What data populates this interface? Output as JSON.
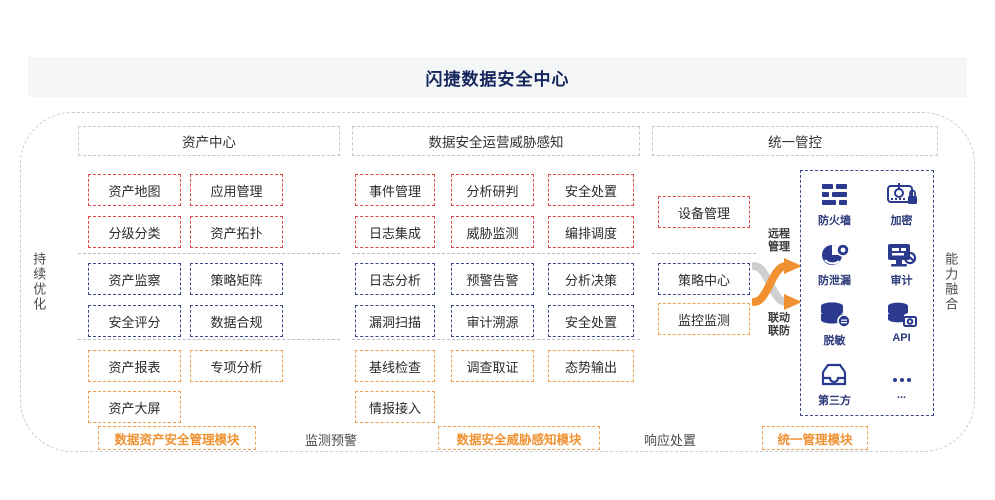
{
  "header": {
    "title": "闪捷数据安全中心"
  },
  "side_labels": {
    "left": "持续优化",
    "right": "能力融合"
  },
  "groups": {
    "asset": {
      "title": "资产中心"
    },
    "threat": {
      "title": "数据安全运营威胁感知"
    },
    "unified": {
      "title": "统一管控"
    }
  },
  "asset_center": {
    "red": [
      "资产地图",
      "应用管理",
      "分级分类",
      "资产拓扑"
    ],
    "blue": [
      "资产监察",
      "策略矩阵",
      "安全评分",
      "数据合规"
    ],
    "orange": [
      "资产报表",
      "专项分析",
      "资产大屏"
    ]
  },
  "threat_center": {
    "red": [
      "事件管理",
      "分析研判",
      "安全处置",
      "日志集成",
      "威胁监测",
      "编排调度"
    ],
    "blue": [
      "日志分析",
      "预警告警",
      "分析决策",
      "漏洞扫描",
      "审计溯源",
      "安全处置"
    ],
    "orange": [
      "基线检查",
      "调查取证",
      "态势输出",
      "情报接入"
    ]
  },
  "unified_control": {
    "red": [
      "设备管理"
    ],
    "blue": [
      "策略中心"
    ],
    "orange": [
      "监控监测"
    ]
  },
  "arrows": {
    "top_label": "远程\n管理",
    "bottom_label": "联动\n联防"
  },
  "capabilities": [
    {
      "label": "防火墙",
      "icon": "firewall-icon"
    },
    {
      "label": "加密",
      "icon": "encryption-lock-icon"
    },
    {
      "label": "防泄漏",
      "icon": "data-leak-prevention-icon"
    },
    {
      "label": "审计",
      "icon": "audit-monitor-icon"
    },
    {
      "label": "脱敏",
      "icon": "desensitization-database-icon"
    },
    {
      "label": "API",
      "icon": "api-database-icon"
    },
    {
      "label": "第三方",
      "icon": "third-party-tray-icon"
    },
    {
      "label": "...",
      "icon": "ellipsis-icon"
    }
  ],
  "bottom": {
    "module_1": "数据资产安全管理模块",
    "caption_1": "监测预警",
    "module_2": "数据安全威胁感知模块",
    "caption_2": "响应处置",
    "module_3": "统一管理模块"
  },
  "colors": {
    "title": "#16265c",
    "red": "#d9484b",
    "blue": "#3c4a8a",
    "orange": "#f0a052",
    "orange_text": "#ef9234",
    "frame": "#c9ccd3",
    "banner_bg": "#f5f6f8"
  }
}
